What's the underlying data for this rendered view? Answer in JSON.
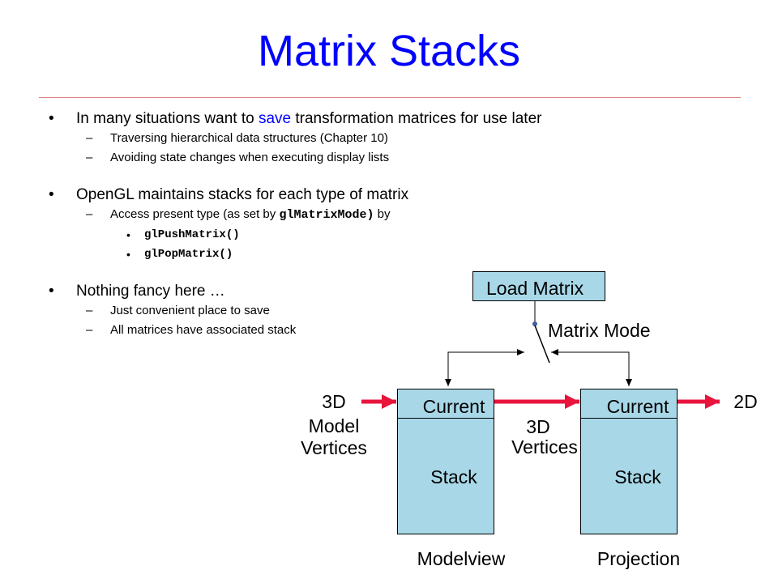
{
  "slide": {
    "title": "Matrix Stacks",
    "bullets": {
      "b1_pre": "In many situations want to ",
      "b1_accent": "save",
      "b1_post": " transformation matrices for use later",
      "b1_sub1": "Traversing hierarchical data structures (Chapter 10)",
      "b1_sub2": "Avoiding state changes when executing display lists",
      "b2": "OpenGL maintains stacks for each type of matrix",
      "b2_sub1_pre": "Access present type (as set by ",
      "b2_sub1_code": "glMatrixMode)",
      "b2_sub1_post": " by",
      "b2_sub1_item1": "glPushMatrix()",
      "b2_sub1_item2": "glPopMatrix()",
      "b3": "Nothing fancy here …",
      "b3_sub1": "Just convenient place to save",
      "b3_sub2": "All matrices have associated stack"
    },
    "markers": {
      "bullet": "•",
      "dash": "–"
    }
  },
  "diagram": {
    "load_matrix": "Load Matrix",
    "matrix_mode": "Matrix Mode",
    "input_3d": "3D",
    "input_model": "Model",
    "input_vertices": "Vertices",
    "mid_3d": "3D",
    "mid_vertices": "Vertices",
    "output_2d": "2D",
    "modelview": {
      "current": "Current",
      "stack": "Stack",
      "name": "Modelview"
    },
    "projection": {
      "current": "Current",
      "stack": "Stack",
      "name": "Projection"
    },
    "colors": {
      "box": "#a8d8e8",
      "arrow": "#e8143c",
      "switch_dot": "#4060a0"
    }
  }
}
